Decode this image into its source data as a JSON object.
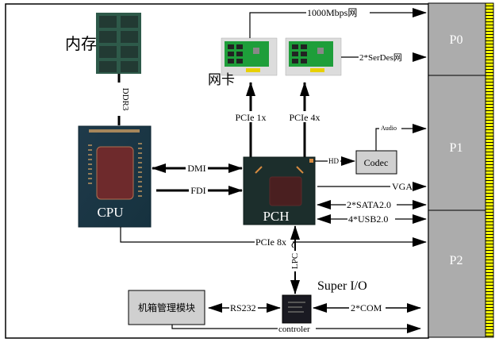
{
  "components": {
    "memory": {
      "label": "内存",
      "icon": "memory-module-icon"
    },
    "nic": {
      "label": "网卡",
      "icon": "network-card-icon"
    },
    "cpu": {
      "label": "CPU",
      "icon": "cpu-chip-icon"
    },
    "pch": {
      "label": "PCH",
      "icon": "pch-chip-icon"
    },
    "codec": {
      "label": "Codec"
    },
    "superio": {
      "label": "Super I/O",
      "icon": "superio-chip-icon"
    },
    "chassis": {
      "label": "机箱管理模块"
    }
  },
  "connectors": {
    "p0": "P0",
    "p1": "P1",
    "p2": "P2",
    "panel_color": "#acacac",
    "pin_color": "#ffff00"
  },
  "links": {
    "ddr3": "DDR3",
    "net1000": "1000Mbps网",
    "serdes": "2*SerDes网",
    "pcie1x": "PCIe 1x",
    "pcie4x": "PCIe 4x",
    "dmi": "DMI",
    "fdi": "FDI",
    "hd": "HD",
    "audio": "Audio",
    "vga": "VGA",
    "sata": "2*SATA2.0",
    "usb": "4*USB2.0",
    "pcie8x": "PCIe 8x",
    "lpc": "LPC",
    "rs232": "RS232",
    "com": "2*COM",
    "controler": "controler"
  }
}
